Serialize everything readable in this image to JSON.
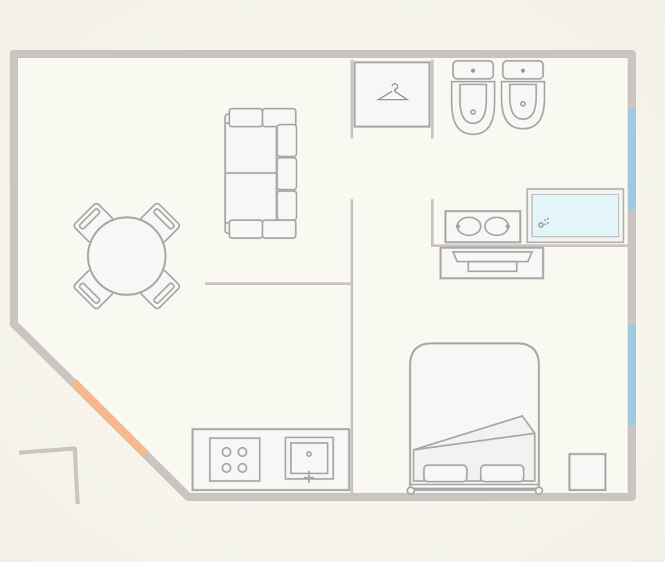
{
  "colors": {
    "background": "#f8f6ee",
    "wall": "#cbc5c1",
    "furniture_stroke": "#a9a9a9",
    "furniture_fill": "#f7f7f5",
    "door": "#f5b98a",
    "window": "#9ccbe0",
    "bathtub_water": "#e3f5f9"
  },
  "rooms": [
    "living-dining",
    "closet",
    "bathroom",
    "kitchen",
    "bedroom"
  ],
  "fixtures": [
    "sofa",
    "dining-table",
    "chairs",
    "wardrobe-hanger",
    "toilet",
    "bidet",
    "bathtub",
    "double-sink",
    "vanity",
    "cooktop",
    "kitchen-sink",
    "double-bed",
    "nightstand"
  ]
}
